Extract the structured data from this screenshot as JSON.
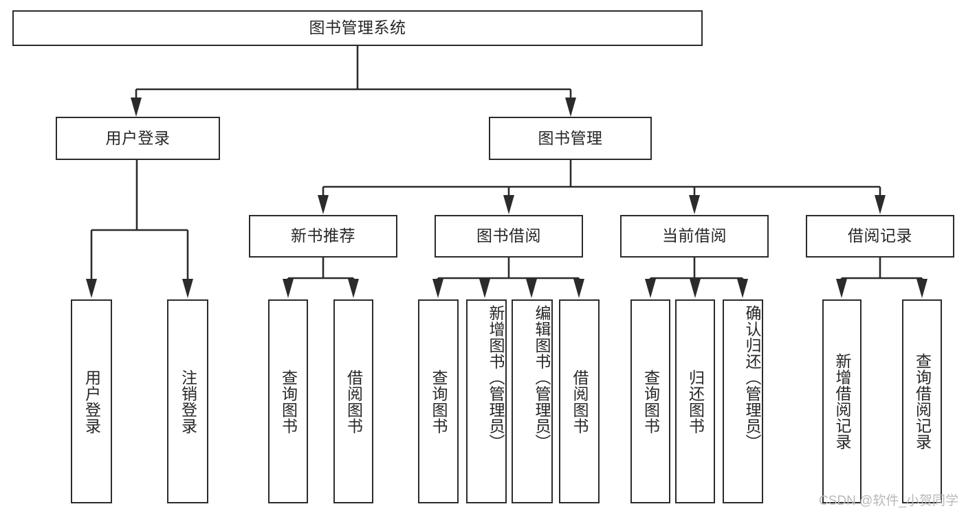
{
  "diagram": {
    "type": "hierarchy-tree",
    "title": "图书管理系统",
    "watermark": "CSDN @软件_小贺同学",
    "colors": {
      "box_border": "#2b2b2b",
      "box_fill": "#ffffff",
      "text": "#262626",
      "line": "#2b2b2b",
      "watermark": "#b9b9b9",
      "background": "#ffffff"
    },
    "levels": {
      "root": {
        "label": "图书管理系统"
      },
      "level2": [
        {
          "id": "user-login",
          "label": "用户登录"
        },
        {
          "id": "book-management",
          "label": "图书管理"
        }
      ],
      "level3": [
        {
          "id": "new-book-recommend",
          "label": "新书推荐",
          "parent": "book-management"
        },
        {
          "id": "book-borrow",
          "label": "图书借阅",
          "parent": "book-management"
        },
        {
          "id": "current-borrow",
          "label": "当前借阅",
          "parent": "book-management"
        },
        {
          "id": "borrow-records",
          "label": "借阅记录",
          "parent": "book-management"
        }
      ],
      "leaves": [
        {
          "id": "leaf-user-login",
          "label": "用户登录",
          "parent": "user-login"
        },
        {
          "id": "leaf-logout",
          "label": "注销登录",
          "parent": "user-login"
        },
        {
          "id": "leaf-query-book-1",
          "label": "查询图书",
          "parent": "new-book-recommend"
        },
        {
          "id": "leaf-borrow-book-1",
          "label": "借阅图书",
          "parent": "new-book-recommend"
        },
        {
          "id": "leaf-query-book-2",
          "label": "查询图书",
          "parent": "book-borrow"
        },
        {
          "id": "leaf-add-book",
          "label": "新增图书（管理员）",
          "parent": "book-borrow"
        },
        {
          "id": "leaf-edit-book",
          "label": "编辑图书（管理员）",
          "parent": "book-borrow"
        },
        {
          "id": "leaf-borrow-book-2",
          "label": "借阅图书",
          "parent": "book-borrow"
        },
        {
          "id": "leaf-query-book-3",
          "label": "查询图书",
          "parent": "current-borrow"
        },
        {
          "id": "leaf-return-book",
          "label": "归还图书",
          "parent": "current-borrow"
        },
        {
          "id": "leaf-confirm-return",
          "label": "确认归还（管理员）",
          "parent": "current-borrow"
        },
        {
          "id": "leaf-add-record",
          "label": "新增借阅记录",
          "parent": "borrow-records"
        },
        {
          "id": "leaf-query-record",
          "label": "查询借阅记录",
          "parent": "borrow-records"
        }
      ]
    }
  }
}
